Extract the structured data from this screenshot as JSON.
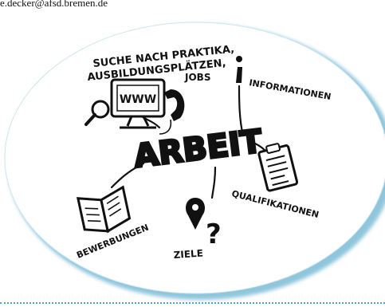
{
  "contact": {
    "email": "e.decker@afsd.bremen.de"
  },
  "mindmap": {
    "center": "ARBEIT",
    "search_lines": [
      "SUCHE NACH PRAKTIKA,",
      "AUSBILDUNGSPLÄTZEN,",
      "JOBS"
    ],
    "monitor_text": "WWW",
    "informationen": "INFORMATIONEN",
    "qualifikationen": "QUALIFIKATIONEN",
    "ziele": "ZIELE",
    "bewerbungen": "BEWERBUNGEN"
  },
  "colors": {
    "frame_shadow": "#8fc6dc",
    "frame_edge": "#4fa6c9",
    "ink": "#111111",
    "divider": "#4fa6c9"
  }
}
